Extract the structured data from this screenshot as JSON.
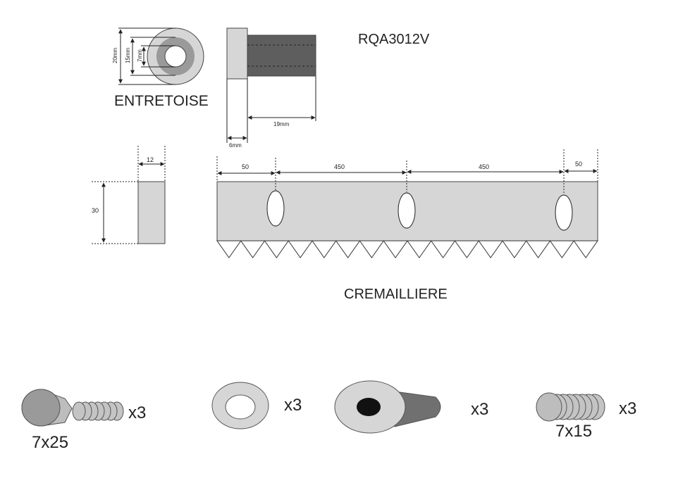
{
  "part_number": "RQA3012V",
  "spacer": {
    "label": "ENTRETOISE",
    "outer_diameter": "20mm",
    "middle_diameter": "15mm",
    "bore_diameter": "7mm",
    "length": "19mm",
    "flange": "6mm"
  },
  "rack": {
    "label": "CREMAILLIERE",
    "section_width": "12",
    "section_height": "30",
    "spacing": [
      "50",
      "450",
      "450",
      "50"
    ]
  },
  "hardware": {
    "bolt_size": "7x25",
    "bolt_qty": "x3",
    "washer_qty": "x3",
    "plug_qty": "x3",
    "screw_size": "7x15",
    "screw_qty": "x3"
  },
  "colors": {
    "light_gray": "#d6d6d6",
    "mid_gray": "#9a9a9a",
    "dark_gray": "#5e5e5e",
    "line": "#222222"
  },
  "icons": [
    "bolt-icon",
    "washer-icon",
    "wall-plug-icon",
    "screw-icon"
  ]
}
